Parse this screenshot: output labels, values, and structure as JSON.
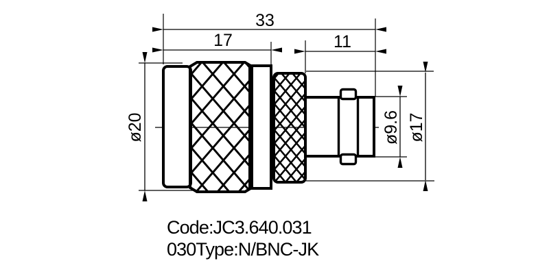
{
  "drawing": {
    "title_context": "N to BNC adapter technical drawing",
    "dimensions": {
      "total_length": "33",
      "n_body_length": "17",
      "bnc_side_length": "11",
      "n_body_diameter": "ø20",
      "bnc_socket_diameter": "ø9.6",
      "coupling_ring_diameter": "ø17"
    },
    "notes": {
      "code_line": "Code:JC3.640.031",
      "type_line": "030Type:N/BNC-JK"
    },
    "colors": {
      "line_color": "#000000",
      "background": "#ffffff"
    }
  }
}
